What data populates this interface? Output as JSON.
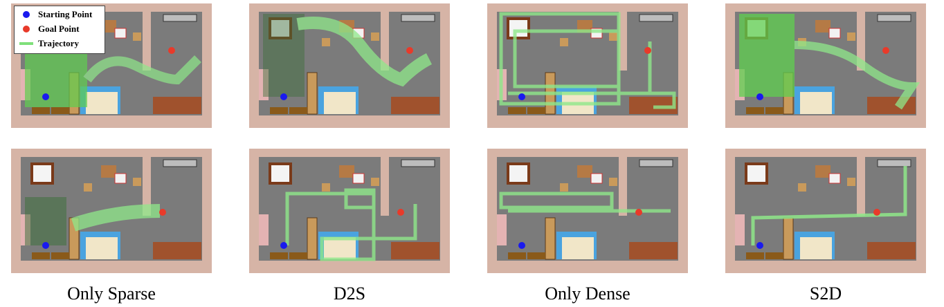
{
  "legend": {
    "start_label": "Starting Point",
    "goal_label": "Goal Point",
    "trajectory_label": "Trajectory",
    "start_color": "#1a1aee",
    "goal_color": "#e83a2a",
    "trajectory_color": "#7fe07a"
  },
  "columns": [
    {
      "caption": "Only Sparse"
    },
    {
      "caption": "D2S"
    },
    {
      "caption": "Only Dense"
    },
    {
      "caption": "S2D"
    }
  ],
  "colors": {
    "wall": "#d6b4a6",
    "floor": "#7b7b7b",
    "rug": "#a0522d",
    "bed_blue": "#4aa3df",
    "bed_sheet": "#f1e6c8"
  }
}
